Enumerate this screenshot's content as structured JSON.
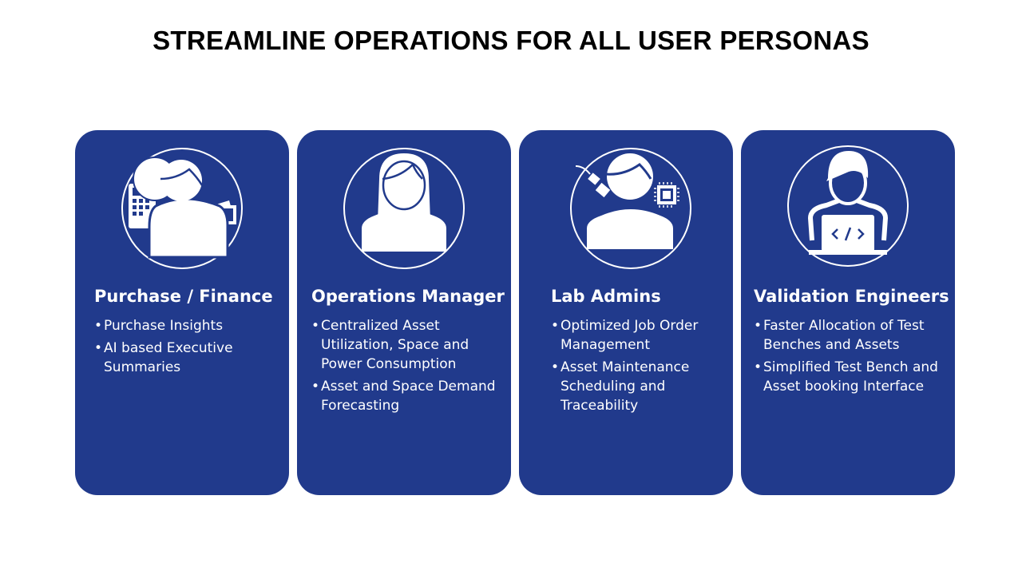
{
  "title": "STREAMLINE OPERATIONS FOR ALL USER PERSONAS",
  "colors": {
    "card": "#213a8c",
    "text": "#ffffff"
  },
  "personas": [
    {
      "name": "Purchase / Finance",
      "icon": "finance-person-icon",
      "bullets": [
        "Purchase Insights",
        "AI based Executive Summaries"
      ]
    },
    {
      "name": "Operations Manager",
      "icon": "manager-person-icon",
      "bullets": [
        "Centralized Asset Utilization, Space and Power Consumption",
        "Asset and Space Demand Forecasting"
      ]
    },
    {
      "name": "Lab Admins",
      "icon": "lab-admin-person-icon",
      "bullets": [
        "Optimized Job Order Management",
        "Asset Maintenance Scheduling and Traceability"
      ]
    },
    {
      "name": "Validation Engineers",
      "icon": "engineer-laptop-icon",
      "bullets": [
        "Faster Allocation of Test Benches and Assets",
        "Simplified Test Bench and Asset booking Interface"
      ]
    }
  ]
}
